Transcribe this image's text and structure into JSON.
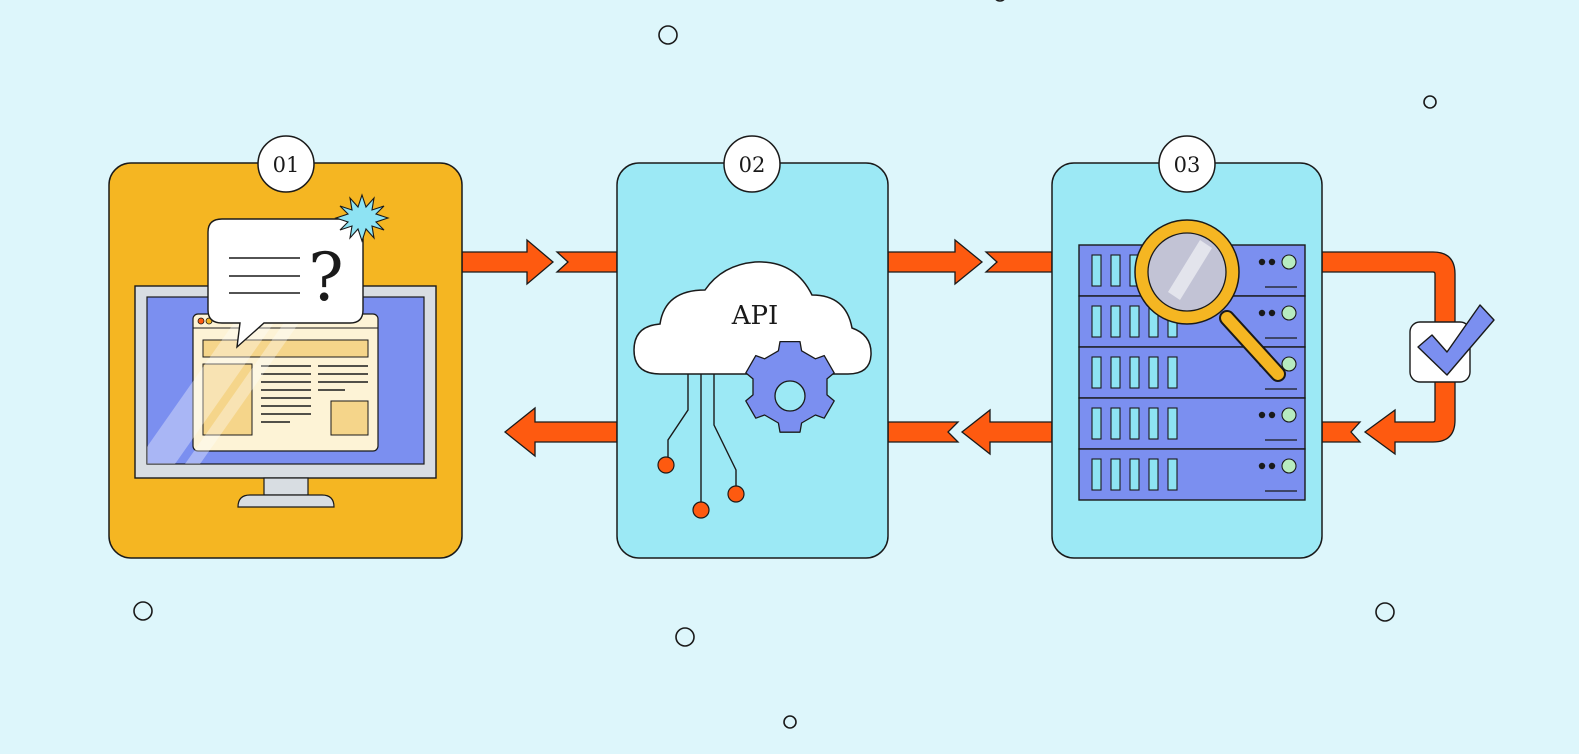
{
  "diagram": {
    "steps": [
      {
        "number": "01",
        "icon": "monitor-question-icon"
      },
      {
        "number": "02",
        "icon": "cloud-api-gear-icon",
        "cloud_label": "API"
      },
      {
        "number": "03",
        "icon": "server-search-icon"
      }
    ],
    "colors": {
      "background": "#ddf6fb",
      "card_orange": "#f5b622",
      "card_blue": "#9ce9f5",
      "arrow": "#fe5a10",
      "accent_blue": "#7b8ff0",
      "magnifier": "#f5b622",
      "stroke": "#1a1a1a"
    }
  }
}
